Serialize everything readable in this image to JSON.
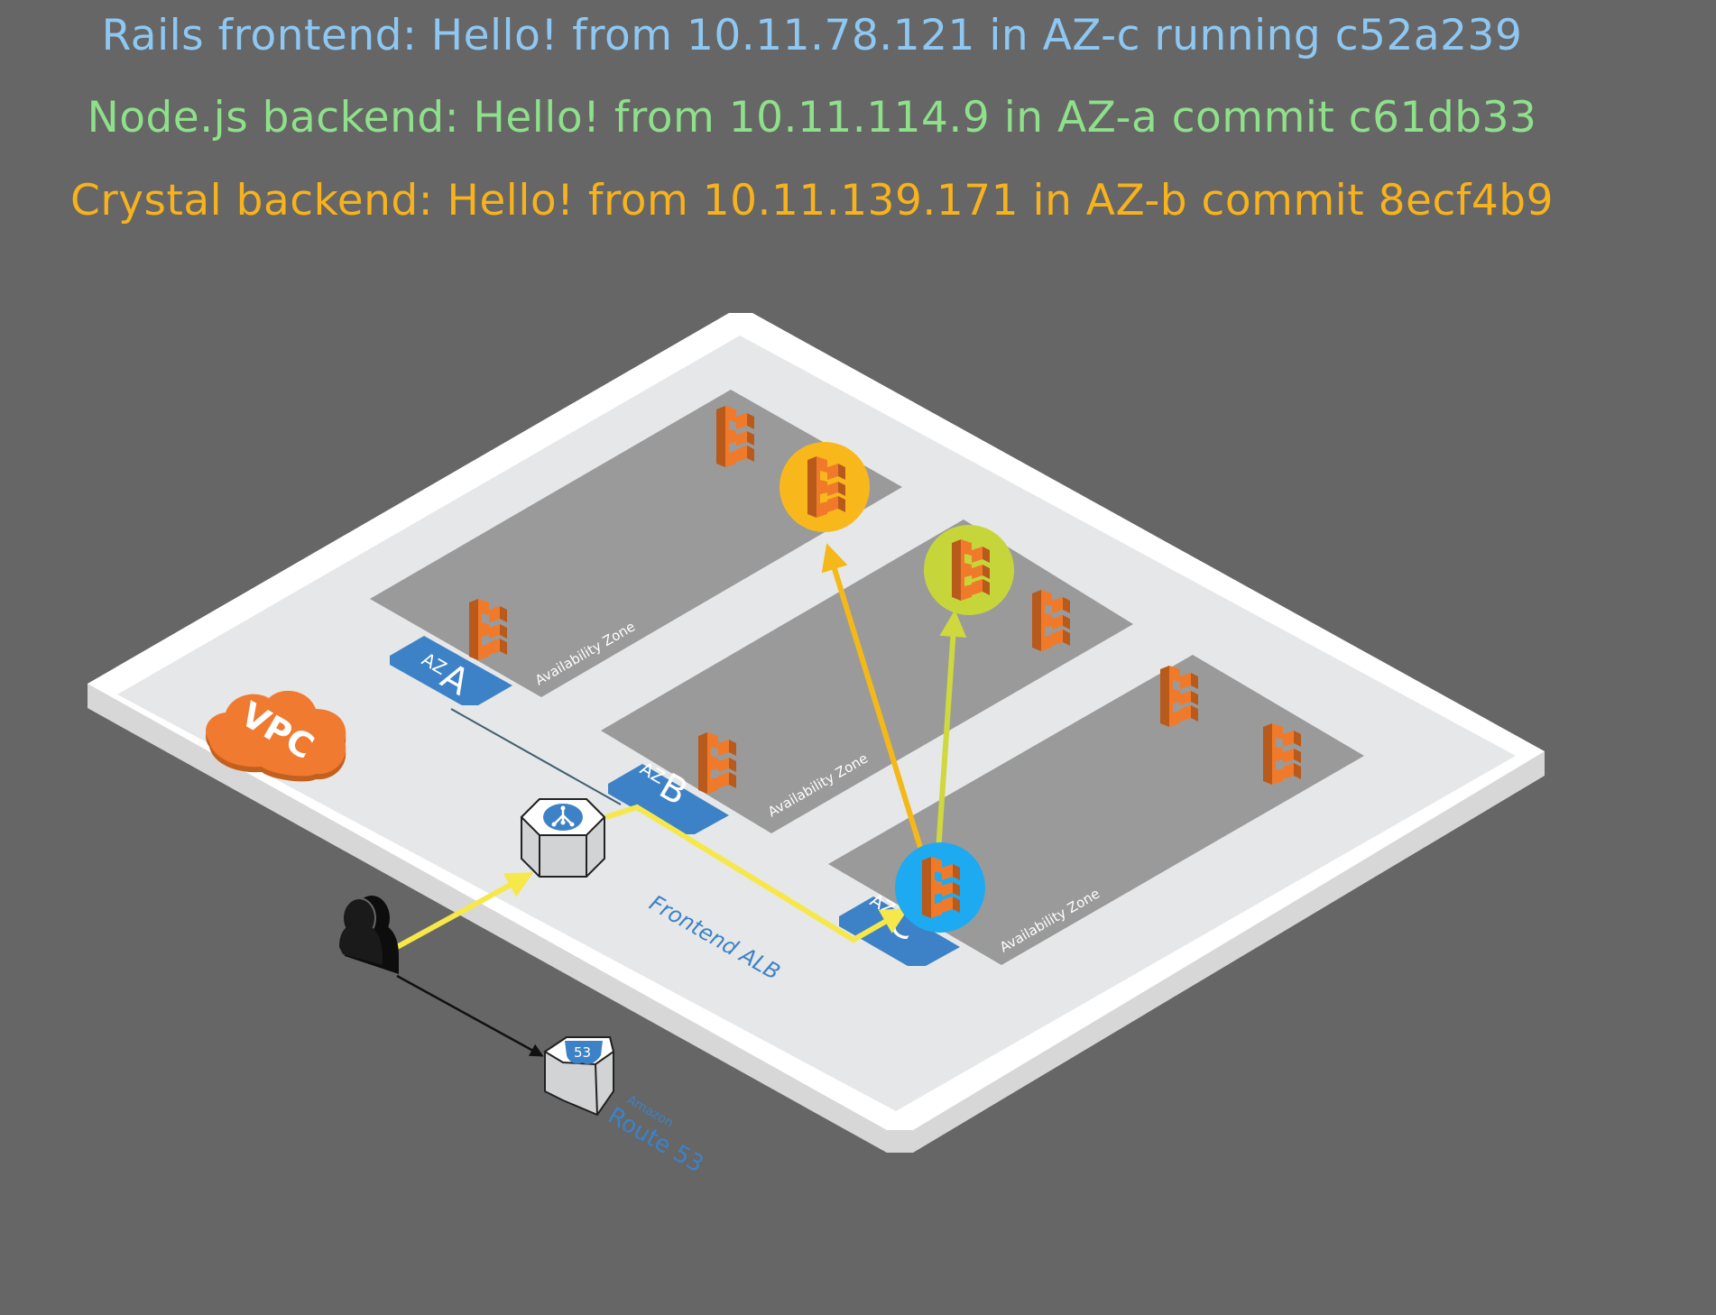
{
  "status": {
    "rails": {
      "text": "Rails frontend: Hello! from 10.11.78.121 in AZ-c running c52a239",
      "color": "#8ec8f2"
    },
    "node": {
      "text": "Node.js backend: Hello! from 10.11.114.9 in AZ-a commit c61db33",
      "color": "#8ee08a"
    },
    "crystal": {
      "text": "Crystal backend: Hello! from 10.11.139.171 in AZ-b commit 8ecf4b9",
      "color": "#f7b21c"
    }
  },
  "vpc": {
    "label": "VPC",
    "color": "#f07a30"
  },
  "zones": {
    "a": {
      "badge_prefix": "AZ",
      "badge_letter": "A",
      "caption": "Availability Zone"
    },
    "b": {
      "badge_prefix": "AZ",
      "badge_letter": "B",
      "caption": "Availability Zone"
    },
    "c": {
      "badge_prefix": "AZ",
      "badge_letter": "C",
      "caption": "Availability Zone"
    }
  },
  "alb": {
    "label": "Frontend ALB",
    "icon": "load-balancer-icon"
  },
  "route53": {
    "small_label": "Amazon",
    "label": "Route 53",
    "badge": "53",
    "icon": "route53-shield-icon"
  },
  "user": {
    "icon": "users-icon"
  },
  "colors": {
    "rails_highlight": "#1eaaf0",
    "node_highlight": "#c6d63a",
    "crystal_highlight": "#f8b81c",
    "ecs_orange": "#f07a2a",
    "badge_blue": "#3d82c6",
    "arrow_user": "#f6e84a",
    "arrow_crystal": "#f5b819",
    "arrow_node": "#cfd83c"
  }
}
